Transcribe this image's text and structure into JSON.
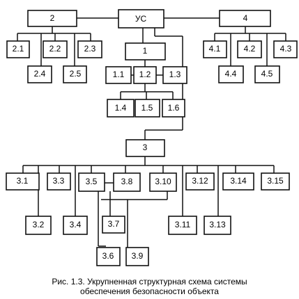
{
  "diagram": {
    "nodes": {
      "us": "УС",
      "n1": "1",
      "n2": "2",
      "n3": "3",
      "n4": "4",
      "n1_1": "1.1",
      "n1_2": "1.2",
      "n1_3": "1.3",
      "n1_4": "1.4",
      "n1_5": "1.5",
      "n1_6": "1.6",
      "n2_1": "2.1",
      "n2_2": "2.2",
      "n2_3": "2.3",
      "n2_4": "2.4",
      "n2_5": "2.5",
      "n4_1": "4.1",
      "n4_2": "4.2",
      "n4_3": "4.3",
      "n4_4": "4.4",
      "n4_5": "4.5",
      "n3_1": "3.1",
      "n3_2": "3.2",
      "n3_3": "3.3",
      "n3_4": "3.4",
      "n3_5": "3.5",
      "n3_6": "3.6",
      "n3_7": "3.7",
      "n3_8": "3.8",
      "n3_9": "3.9",
      "n3_10": "3.10",
      "n3_11": "3.11",
      "n3_12": "3.12",
      "n3_13": "3.13",
      "n3_14": "3.14",
      "n3_15": "3.15"
    }
  },
  "caption": {
    "line1": "Рис. 1.3. Укрупненная структурная схема системы",
    "line2": "обеспечения безопасности объекта"
  }
}
